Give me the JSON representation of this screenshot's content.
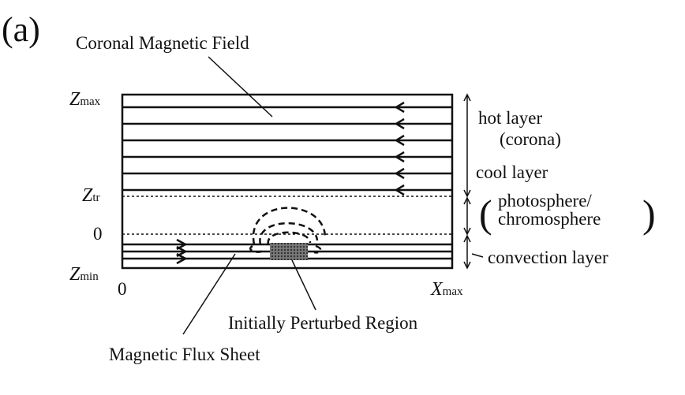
{
  "panel_label": "(a)",
  "labels": {
    "coronal_field": "Coronal Magnetic Field",
    "hot_layer": "hot layer",
    "corona": "(corona)",
    "cool_layer": "cool layer",
    "photosphere": "photosphere/",
    "chromosphere": "chromosphere",
    "convection_layer": "convection layer",
    "perturbed_region": "Initially Perturbed Region",
    "flux_sheet": "Magnetic Flux Sheet"
  },
  "axes": {
    "z_max": {
      "main": "Z",
      "sub": "max"
    },
    "z_tr": {
      "main": "Z",
      "sub": "tr"
    },
    "zero_z": "0",
    "z_min": {
      "main": "Z",
      "sub": "min"
    },
    "zero_x": "0",
    "x_max": {
      "main": "X",
      "sub": "max"
    }
  },
  "colors": {
    "line": "#111111",
    "fill": "#666666"
  }
}
